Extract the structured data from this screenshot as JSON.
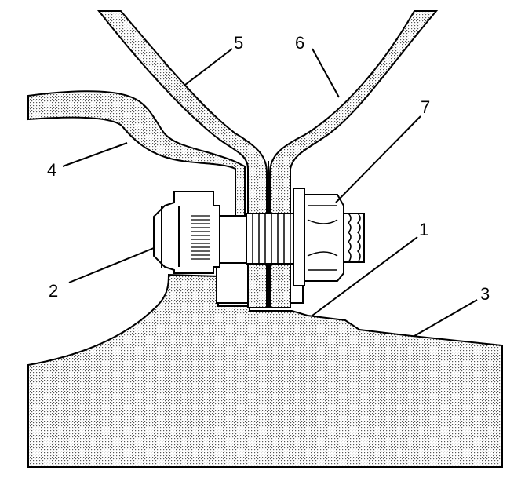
{
  "callouts": [
    {
      "id": "1",
      "label": "1"
    },
    {
      "id": "2",
      "label": "2"
    },
    {
      "id": "3",
      "label": "3"
    },
    {
      "id": "4",
      "label": "4"
    },
    {
      "id": "5",
      "label": "5"
    },
    {
      "id": "6",
      "label": "6"
    },
    {
      "id": "7",
      "label": "7"
    }
  ],
  "colors": {
    "ink": "#000000",
    "paper": "#ffffff",
    "stipple": "#c8c8c8"
  }
}
